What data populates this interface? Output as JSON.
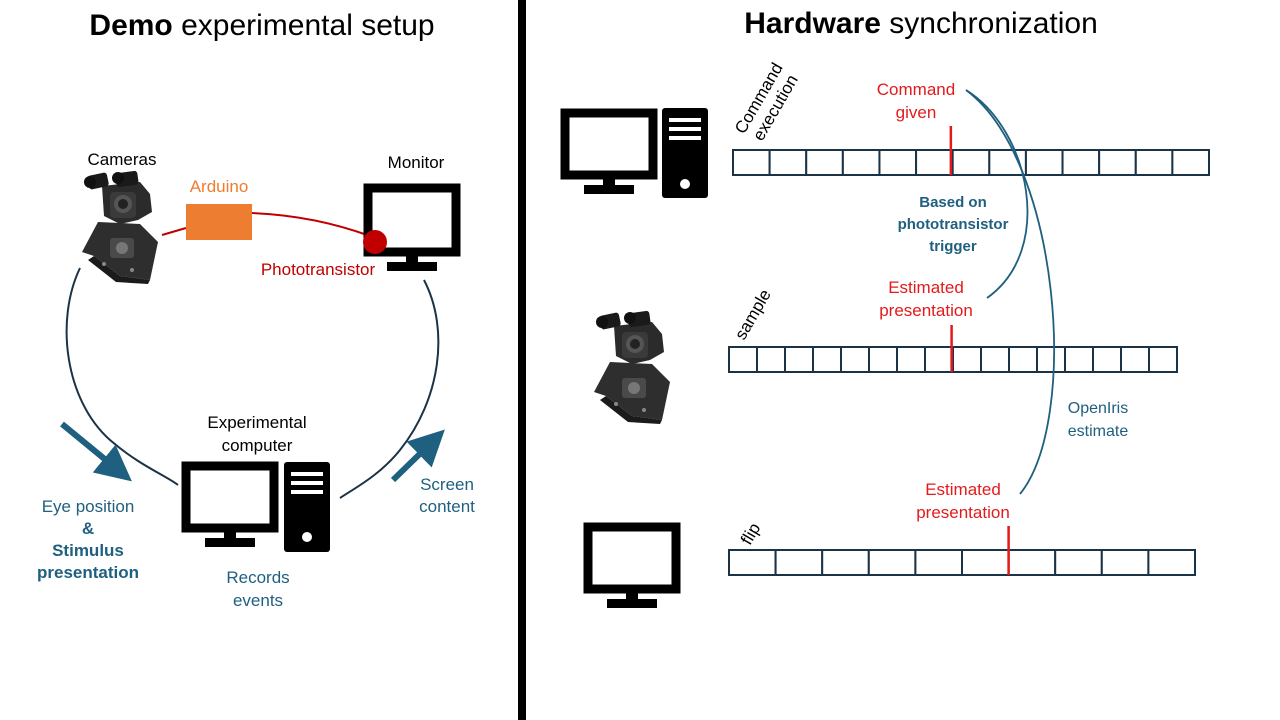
{
  "left_panel": {
    "title_bold": "Demo",
    "title_rest": " experimental setup",
    "cameras_label": "Cameras",
    "arduino_label": "Arduino",
    "monitor_label": "Monitor",
    "phototransistor_label": "Phototransistor",
    "experimental_computer_label": [
      "Experimental",
      "computer"
    ],
    "records_events_label": [
      "Records",
      "events"
    ],
    "eye_position_label": "Eye position",
    "ampersand": "&",
    "stimulus_presentation_label": [
      "Stimulus",
      "presentation"
    ],
    "screen_content_label": [
      "Screen",
      "content"
    ]
  },
  "right_panel": {
    "title_bold": "Hardware",
    "title_rest": " synchronization",
    "computer_timeline": {
      "axis_label": [
        "Command",
        "execution"
      ],
      "event_label": [
        "Command",
        "given"
      ],
      "cell_count": 13,
      "event_cell": 5
    },
    "based_on_label": [
      "Based on",
      "phototransistor",
      "trigger"
    ],
    "camera_timeline": {
      "axis_label": "sample",
      "event_label": [
        "Estimated",
        "presentation"
      ],
      "cell_count": 16,
      "event_cell": 7
    },
    "openiris_label": [
      "OpenIris",
      "estimate"
    ],
    "monitor_timeline": {
      "axis_label": "flip",
      "event_label": [
        "Estimated",
        "presentation"
      ],
      "cell_count": 10,
      "event_cell": 5
    }
  },
  "colors": {
    "accent_red": "#e31a1c",
    "dark_red": "#c00000",
    "arduino_orange": "#ed7d31",
    "teal_blue": "#1f5f7f",
    "divider": "#000000"
  }
}
